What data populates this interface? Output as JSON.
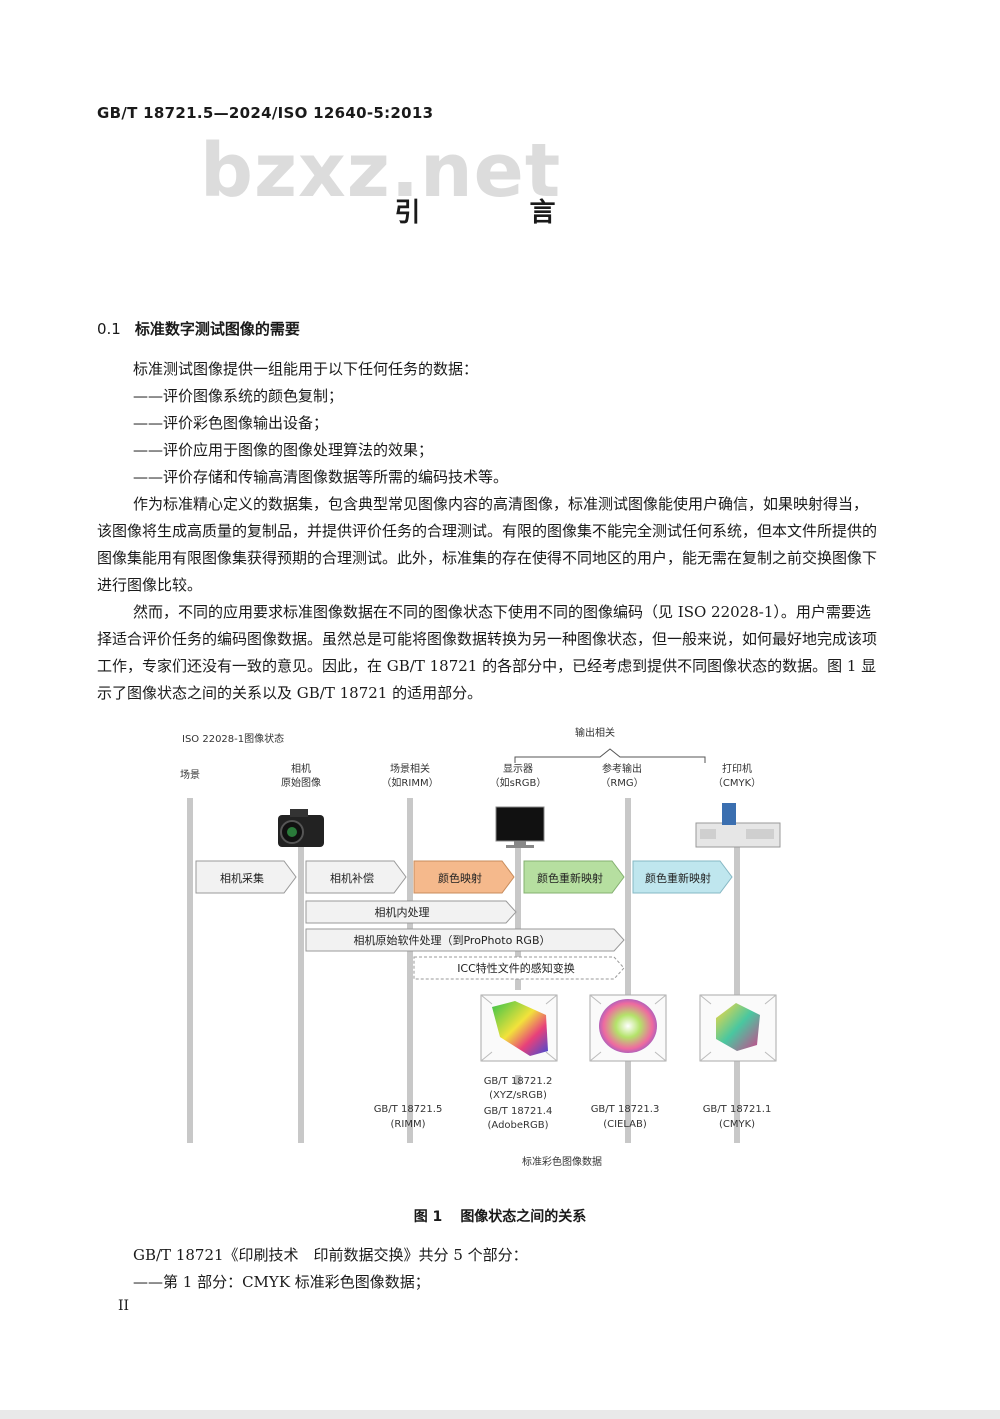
{
  "header": {
    "standard_id": "GB/T 18721.5—2024/ISO 12640-5:2013"
  },
  "watermark": "bzxz.net",
  "title": "引 言",
  "section": {
    "number": "0.1",
    "title": "标准数字测试图像的需要"
  },
  "paragraphs": {
    "intro": "标准测试图像提供一组能用于以下任何任务的数据：",
    "item1": "——评价图像系统的颜色复制；",
    "item2": "——评价彩色图像输出设备；",
    "item3": "——评价应用于图像的图像处理算法的效果；",
    "item4": "——评价存储和传输高清图像数据等所需的编码技术等。",
    "p2": "作为标准精心定义的数据集，包含典型常见图像内容的高清图像，标准测试图像能使用户确信，如果映射得当，该图像将生成高质量的复制品，并提供评价任务的合理测试。有限的图像集不能完全测试任何系统，但本文件所提供的图像集能用有限图像集获得预期的合理测试。此外，标准集的存在使得不同地区的用户，能无需在复制之前交换图像下进行图像比较。",
    "p3": "然而，不同的应用要求标准图像数据在不同的图像状态下使用不同的图像编码（见 ISO 22028-1）。用户需要选择适合评价任务的编码图像数据。虽然总是可能将图像数据转换为另一种图像状态，但一般来说，如何最好地完成该项工作，专家们还没有一致的意见。因此，在 GB/T 18721 的各部分中，已经考虑到提供不同图像状态的数据。图 1 显示了图像状态之间的关系以及 GB/T 18721 的适用部分。",
    "p4": "GB/T 18721《印刷技术　印前数据交换》共分 5 个部分：",
    "item5": "——第 1 部分：CMYK 标准彩色图像数据；"
  },
  "figure": {
    "top_left_label": "ISO 22028-1图像状态",
    "output_label": "输出相关",
    "columns": [
      {
        "line1": "场景",
        "line2": ""
      },
      {
        "line1": "相机",
        "line2": "原始图像"
      },
      {
        "line1": "场景相关",
        "line2": "（如RIMM）"
      },
      {
        "line1": "显示器",
        "line2": "（如sRGB）"
      },
      {
        "line1": "参考输出",
        "line2": "（RMG）"
      },
      {
        "line1": "打印机",
        "line2": "（CMYK）"
      }
    ],
    "arrows": {
      "camera_capture": "相机采集",
      "camera_compensation": "相机补偿",
      "color_mapping": "颜色映射",
      "color_remap_1": "颜色重新映射",
      "color_remap_2": "颜色重新映射",
      "in_camera": "相机内处理",
      "raw_software": "相机原始软件处理（到ProPhoto RGB）",
      "icc": "ICC特性文件的感知变换"
    },
    "parts": [
      {
        "line1": "GB/T 18721.5",
        "line2": "(RIMM)"
      },
      {
        "line1": "GB/T 18721.2",
        "line2": "(XYZ/sRGB)"
      },
      {
        "line1": "GB/T 18721.4",
        "line2": "(AdobeRGB)"
      },
      {
        "line1": "GB/T 18721.3",
        "line2": "(CIELAB)"
      },
      {
        "line1": "GB/T 18721.1",
        "line2": "(CMYK)"
      }
    ],
    "bottom_label": "标准彩色图像数据",
    "colors": {
      "orange": "#f5b98c",
      "green": "#b6dfa0",
      "cyan": "#bfe6ee",
      "gray_arrow": "#f2f2f2",
      "line": "#c8c8c8"
    }
  },
  "caption": {
    "number": "图 1",
    "text": "图像状态之间的关系"
  },
  "page_number": "II"
}
